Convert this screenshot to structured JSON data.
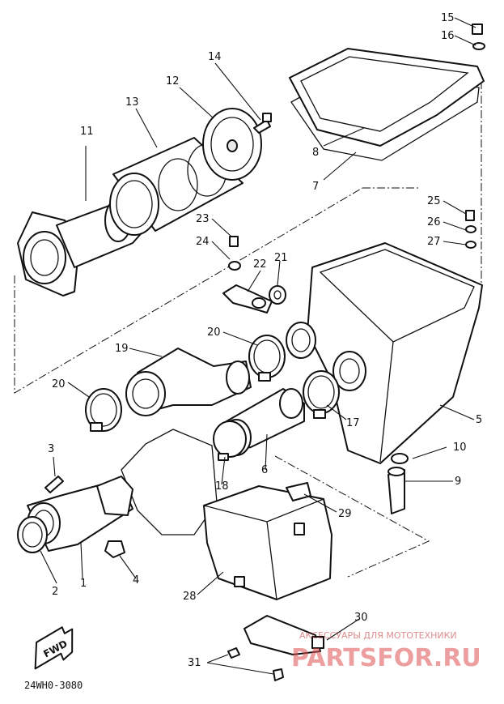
{
  "callouts": [
    {
      "id": "c1",
      "text": "1"
    },
    {
      "id": "c2",
      "text": "2"
    },
    {
      "id": "c3",
      "text": "3"
    },
    {
      "id": "c4",
      "text": "4"
    },
    {
      "id": "c5",
      "text": "5"
    },
    {
      "id": "c6",
      "text": "6"
    },
    {
      "id": "c7",
      "text": "7"
    },
    {
      "id": "c8",
      "text": "8"
    },
    {
      "id": "c9",
      "text": "9"
    },
    {
      "id": "c10",
      "text": "10"
    },
    {
      "id": "c11",
      "text": "11"
    },
    {
      "id": "c12",
      "text": "12"
    },
    {
      "id": "c13",
      "text": "13"
    },
    {
      "id": "c14",
      "text": "14"
    },
    {
      "id": "c15",
      "text": "15"
    },
    {
      "id": "c16",
      "text": "16"
    },
    {
      "id": "c17",
      "text": "17"
    },
    {
      "id": "c18",
      "text": "18"
    },
    {
      "id": "c19",
      "text": "19"
    },
    {
      "id": "c20a",
      "text": "20"
    },
    {
      "id": "c20b",
      "text": "20"
    },
    {
      "id": "c21",
      "text": "21"
    },
    {
      "id": "c22",
      "text": "22"
    },
    {
      "id": "c23",
      "text": "23"
    },
    {
      "id": "c24",
      "text": "24"
    },
    {
      "id": "c25",
      "text": "25"
    },
    {
      "id": "c26",
      "text": "26"
    },
    {
      "id": "c27",
      "text": "27"
    },
    {
      "id": "c28",
      "text": "28"
    },
    {
      "id": "c29",
      "text": "29"
    },
    {
      "id": "c30",
      "text": "30"
    },
    {
      "id": "c31",
      "text": "31"
    }
  ],
  "diagram_code": "24WH0-3080",
  "fwd_label": "FWD",
  "watermark": {
    "tagline": "АКСЕССУАРЫ ДЛЯ МОТОТЕХНИКИ",
    "logo_text": "PARTSFOR.RU"
  }
}
